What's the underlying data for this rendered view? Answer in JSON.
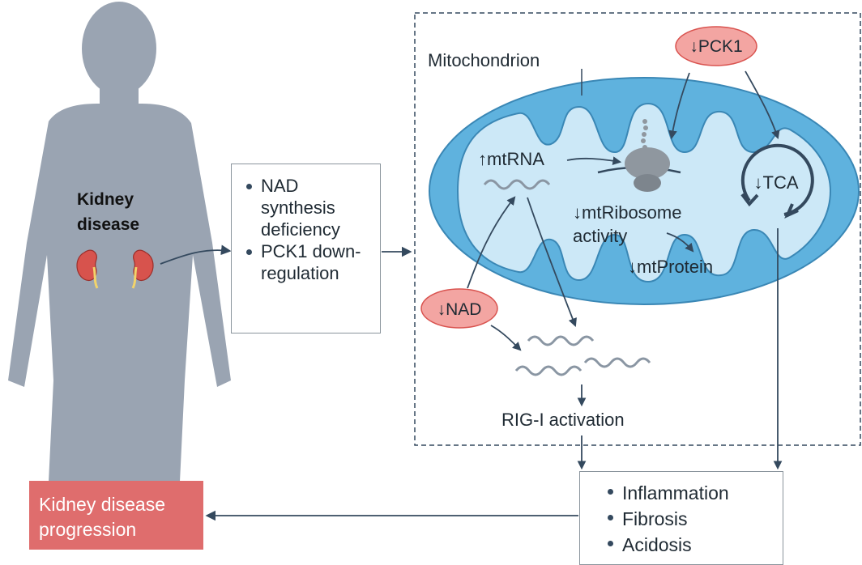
{
  "figure": {
    "kidney_disease_label": "Kidney disease",
    "factors": [
      "NAD synthesis deficiency",
      "PCK1 down-regulation"
    ],
    "mitochondrion_label": "Mitochondrion",
    "pck1_label": "↓PCK1",
    "nad_label": "↓NAD",
    "mtrna_label": "↑mtRNA",
    "mtribosome_label": "↓mtRibosome activity",
    "mtprotein_label": "↓mtProtein",
    "tca_label": "↓TCA",
    "rig_label": "RIG-I activation",
    "outcomes": [
      "Inflammation",
      "Fibrosis",
      "Acidosis"
    ],
    "progression_label": "Kidney disease progression"
  },
  "colors": {
    "body_silhouette": "#9aa4b2",
    "mito_outer": "#5fb2de",
    "mito_inner": "#cce8f7",
    "highlight_oval": "#f3a5a2",
    "highlight_oval_stroke": "#d9534f",
    "progression_box": "#df6d6d",
    "arrow": "#34495e"
  }
}
